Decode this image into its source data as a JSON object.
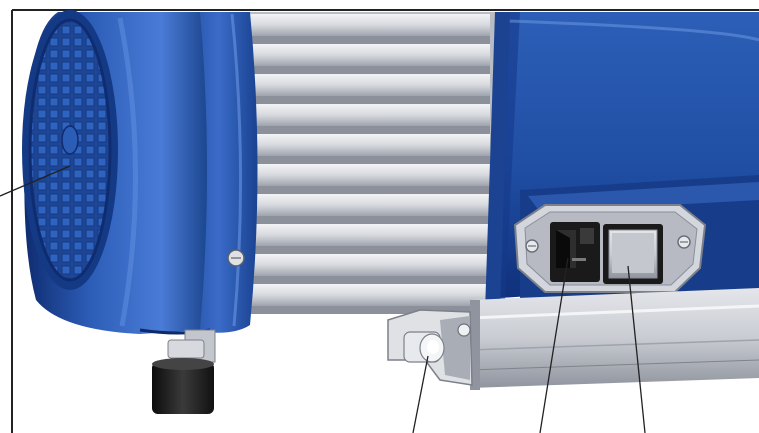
{
  "figure": {
    "kind": "technical-illustration",
    "subject": "motor-housing-with-power-entry-module",
    "colors": {
      "background": "#ffffff",
      "housing_blue": "#1f4ea3",
      "housing_blue_dark": "#0e2a6b",
      "housing_blue_light": "#5f8fe0",
      "fin_silver": "#d7d9de",
      "fin_shadow": "#9ea3ad",
      "rail_silver": "#c9ccd2",
      "switch_gray": "#b9bcc3",
      "socket_black": "#1a1a1a",
      "leader_line": "#222222"
    },
    "callouts": [
      {
        "id": "fan-grille",
        "text": ""
      },
      {
        "id": "mounting-knob",
        "text": ""
      },
      {
        "id": "power-socket",
        "text": ""
      },
      {
        "id": "power-switch",
        "text": ""
      }
    ]
  }
}
